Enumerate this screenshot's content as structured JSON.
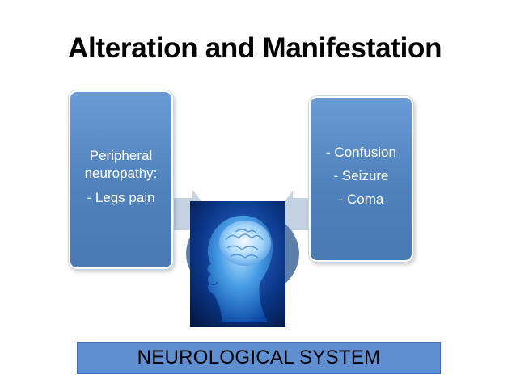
{
  "slide": {
    "title": "Alteration and Manifestation"
  },
  "left_box": {
    "heading_line1": "Peripheral",
    "heading_line2": "neuropathy:",
    "item": "- Legs pain"
  },
  "right_box": {
    "items": [
      "- Confusion",
      "- Seizure",
      "- Coma"
    ]
  },
  "center_image": {
    "icon": "brain-head-icon"
  },
  "footer": {
    "label": "NEUROLOGICAL SYSTEM"
  },
  "colors": {
    "box_fill": "#4f81bd",
    "band_fill": "#5f8fd1",
    "image_bg": "#0a2a6b",
    "arrow_fill": "#c5d2e3"
  }
}
